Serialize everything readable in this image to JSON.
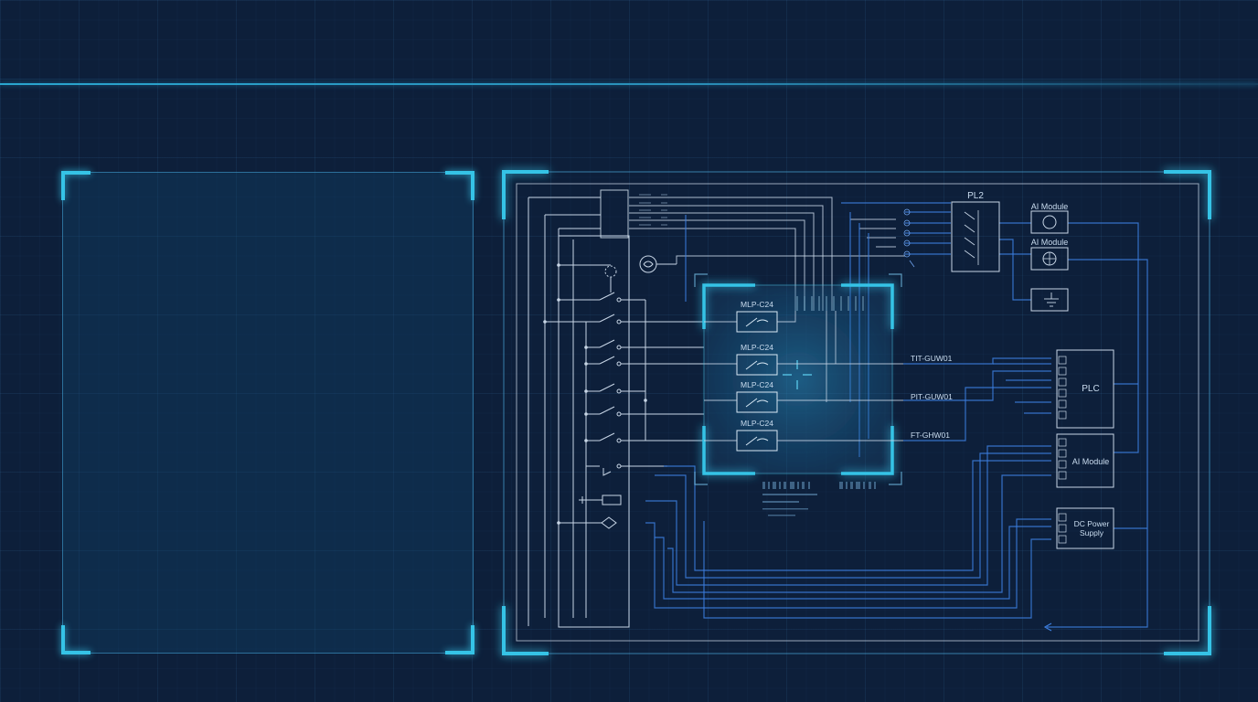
{
  "diagram": {
    "plc_top": {
      "title": "PL2"
    },
    "ai_module_top_1": {
      "label": "AI Module"
    },
    "ai_module_top_2": {
      "label": "AI Module"
    },
    "plc_right": {
      "label": "PLC"
    },
    "ai_module_right": {
      "label": "AI Module"
    },
    "dc_power_supply": {
      "line1": "DC Power",
      "line2": "Supply"
    },
    "relays": [
      {
        "label": "MLP-C24"
      },
      {
        "label": "MLP-C24"
      },
      {
        "label": "MLP-C24"
      },
      {
        "label": "MLP-C24"
      }
    ],
    "signal_tags": [
      {
        "label": "TIT-GUW01"
      },
      {
        "label": "PIT-GUW01"
      },
      {
        "label": "FT-GHW01"
      }
    ],
    "colors": {
      "background": "#0d1f3a",
      "accent_cyan": "#35c3e6",
      "wire_white": "#c8d6e6",
      "wire_blue": "#3d7fe0",
      "wire_light_blue": "#6ea3ee"
    }
  }
}
